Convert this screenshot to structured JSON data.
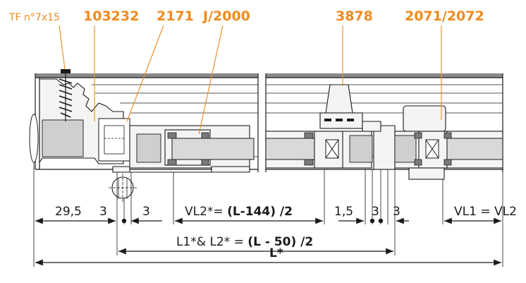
{
  "labels": {
    "screw": "TF n°7x15",
    "profile_a": "103232",
    "profile_b": "2171",
    "profile_c": "J/2000",
    "profile_d": "3878",
    "profile_e": "2071/2072"
  },
  "dimensions": {
    "d_29_5": "29,5",
    "d_3_a": "3",
    "d_3_b": "3",
    "vl2_prefix": "VL2*= ",
    "vl2_formula": "(L-144) /2",
    "d_1_5": "1,5",
    "d_3_c": "3",
    "d_3_d": "3",
    "vl1": "VL1 = VL2",
    "l1l2_prefix": "L1*& L2* = ",
    "l1l2_formula": "(L - 50) /2",
    "total": "L*"
  },
  "colors": {
    "label_orange": "#f08a1c",
    "glass": "#d9d9d9",
    "frame_top": "#8a8a8a"
  }
}
